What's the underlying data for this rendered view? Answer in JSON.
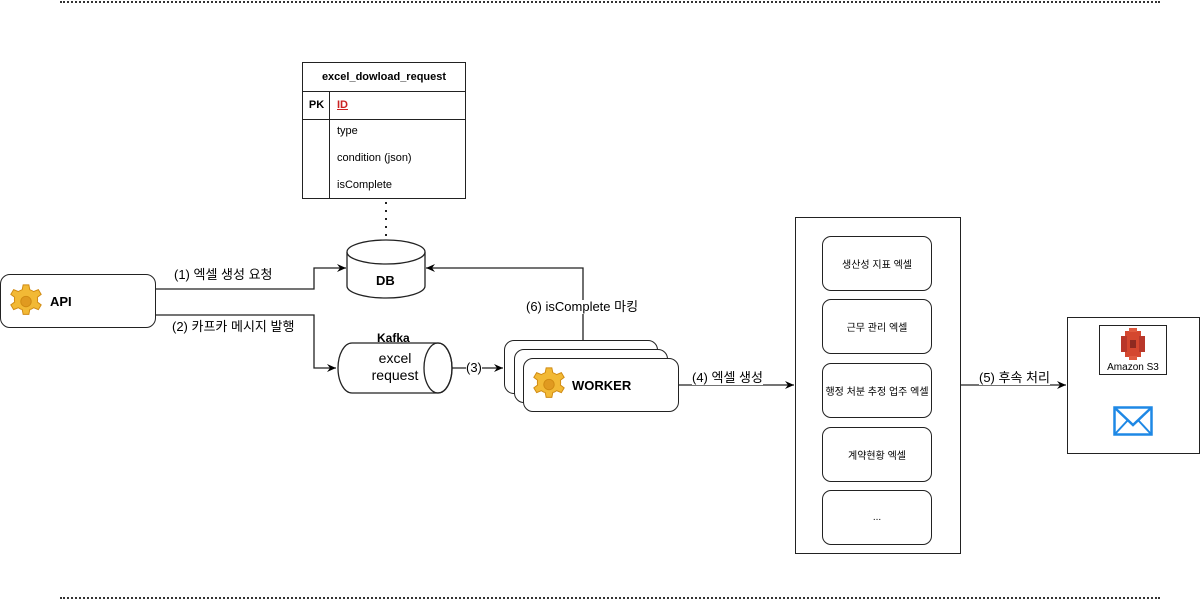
{
  "er_table": {
    "title": "excel_dowload_request",
    "pk_label": "PK",
    "pk_field": "ID",
    "fields": [
      "type",
      "condition (json)",
      "isComplete"
    ]
  },
  "nodes": {
    "api": "API",
    "db": "DB",
    "kafka_title": "Kafka",
    "kafka_queue_line1": "excel",
    "kafka_queue_line2": "request",
    "worker": "WORKER",
    "s3": "Amazon S3"
  },
  "edges": {
    "step1": "(1) 엑셀 생성 요청",
    "step2": "(2) 카프카 메시지 발행",
    "step3": "(3)",
    "step4": "(4) 엑셀 생성",
    "step5": "(5) 후속 처리",
    "step6": "(6) isComplete 마킹"
  },
  "excel_types": [
    "생산성 지표 엑셀",
    "근무 관리 엑셀",
    "행정 처분 추정 업주 엑셀",
    "계약현황 엑셀",
    "..."
  ],
  "colors": {
    "pk_field": "#cc2222",
    "s3_red": "#d4472f",
    "mail_blue": "#1e88e5",
    "gear_yellow": "#f2b935"
  }
}
